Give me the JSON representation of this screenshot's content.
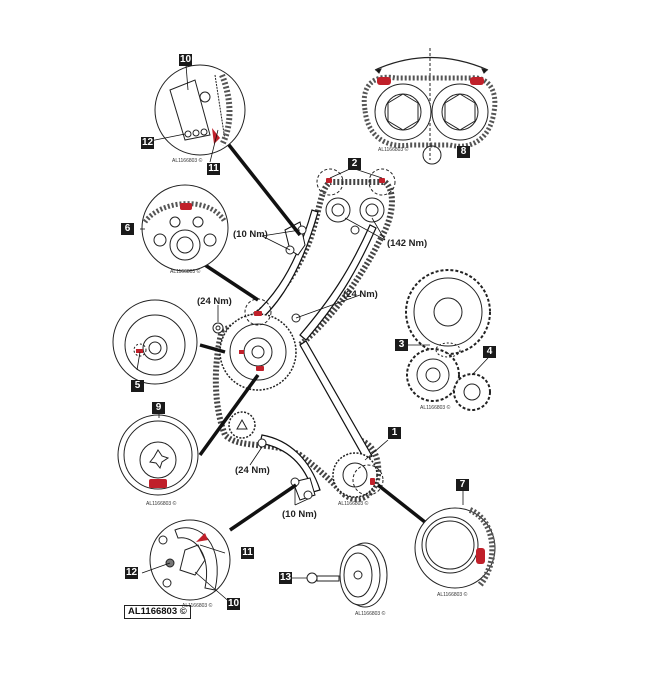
{
  "diagram": {
    "reference_code": "AL1166803 ©",
    "detail_code": "AL1166803 ©",
    "callouts": [
      "1",
      "2",
      "3",
      "4",
      "5",
      "6",
      "7",
      "8",
      "9",
      "10",
      "11",
      "12",
      "13"
    ],
    "torques": {
      "upper_tensioner": "(10 Nm)",
      "camshaft_bolts": "(142 Nm)",
      "upper_guide": "(24 Nm)",
      "left_pivot": "(24 Nm)",
      "lower_guide": "(24 Nm)",
      "lower_tensioner": "(10 Nm)"
    },
    "colors": {
      "timing_mark": "#c0202a",
      "line": "#1a1a1a",
      "callout_bg": "#1a1a1a"
    }
  }
}
